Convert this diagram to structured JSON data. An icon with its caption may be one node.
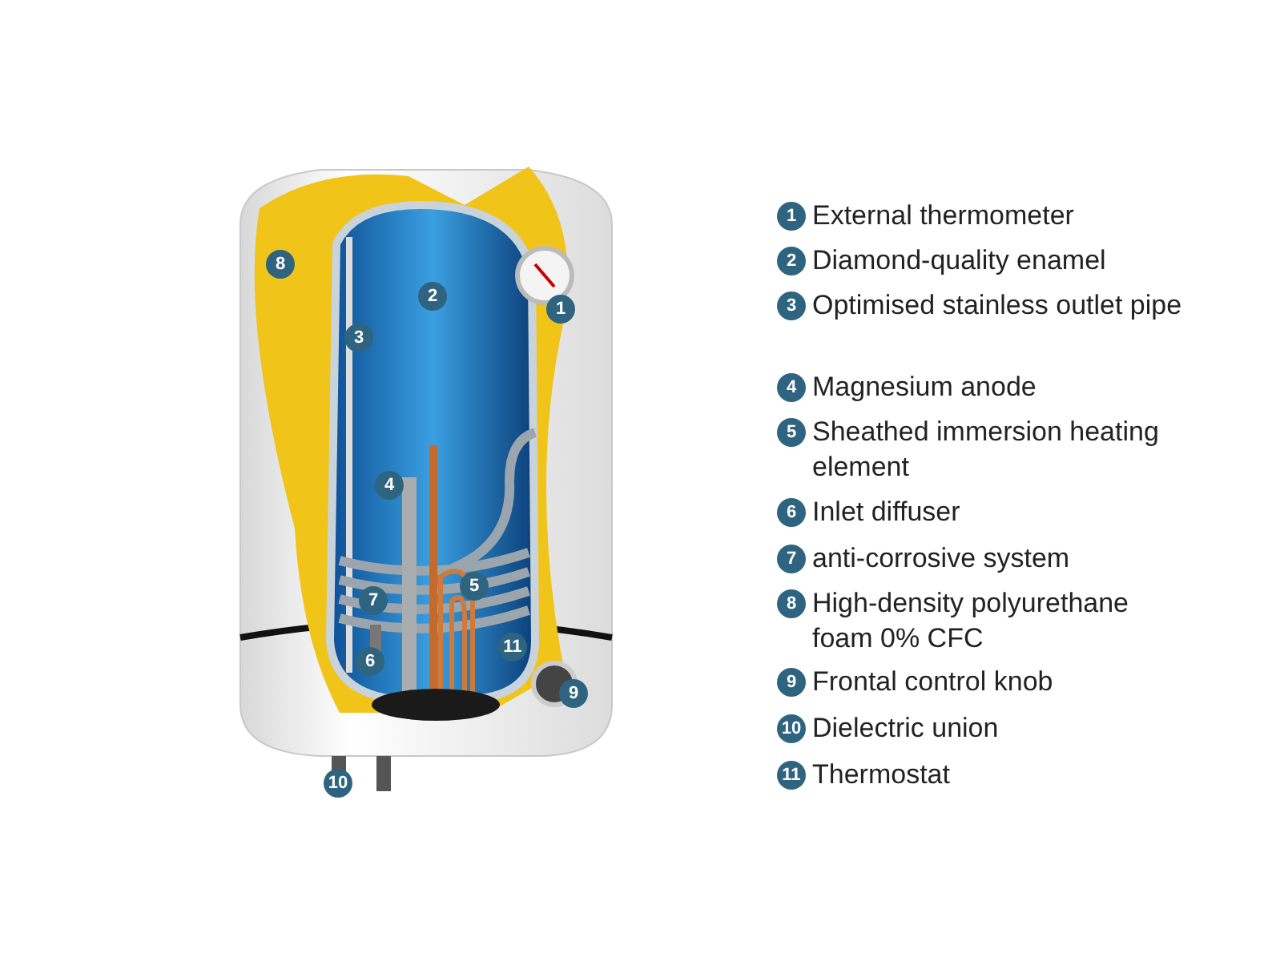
{
  "diagram": {
    "labels": [
      "8",
      "2",
      "1",
      "3",
      "4",
      "5",
      "7",
      "11",
      "6",
      "9",
      "10",
      "1",
      "External thermometer",
      "2",
      "Diamond-quality enamel",
      "3",
      "Optimised stainless outlet pipe",
      "4",
      "Magnesium anode",
      "5",
      "Sheathed immersion heating element",
      "6",
      "Inlet diffuser",
      "7",
      "anti-corrosive system",
      "8",
      "High-density polyurethane foam 0% CFC",
      "9",
      "Frontal control knob",
      "10",
      "Dielectric union",
      "11",
      "Thermostat"
    ]
  }
}
